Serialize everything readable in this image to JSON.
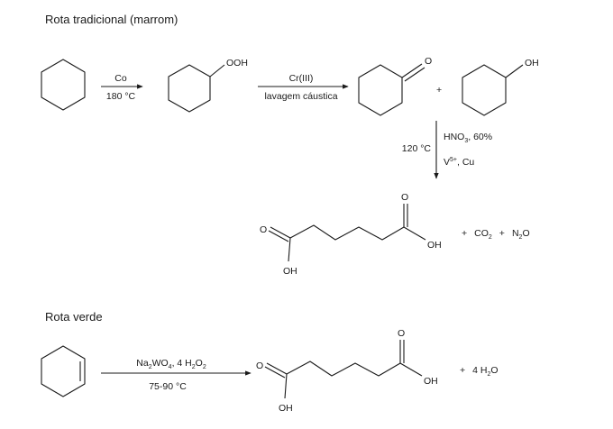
{
  "traditional": {
    "title": "Rota tradicional (marrom)",
    "step1": {
      "top": "Co",
      "bottom": "180 °C"
    },
    "hydroperoxide_label": "OOH",
    "step2": {
      "top": "Cr(III)",
      "bottom": "lavagem cáustica"
    },
    "ketone_o": "O",
    "plus": "+",
    "alcohol_label": "OH",
    "step3": {
      "reagent_main": "HNO",
      "reagent_sub": "3",
      "reagent_tail": ", 60%",
      "temp": "120 °C",
      "catalyst_main": "V",
      "catalyst_sup": "5+",
      "catalyst_tail": ", Cu"
    },
    "acid": {
      "o_left": "O",
      "o_right": "O",
      "oh_right": "OH",
      "oh_left": "OH"
    },
    "byproducts": {
      "plus1": "+",
      "co_main": "CO",
      "co_sub": "2",
      "plus2": "+",
      "n_main": "N",
      "n_sub": "2",
      "n_tail": "O"
    }
  },
  "green": {
    "title": "Rota verde",
    "step": {
      "top_a": "Na",
      "top_a_sub": "2",
      "top_b": "WO",
      "top_b_sub": "4",
      "top_c": ", 4 H",
      "top_c_sub": "2",
      "top_d": "O",
      "top_d_sub": "2",
      "bottom": "75-90 °C"
    },
    "acid": {
      "o_left": "O",
      "o_right": "O",
      "oh_right": "OH",
      "oh_left": "OH"
    },
    "byproduct": {
      "plus": "+",
      "main": "4 H",
      "sub": "2",
      "tail": "O"
    }
  }
}
